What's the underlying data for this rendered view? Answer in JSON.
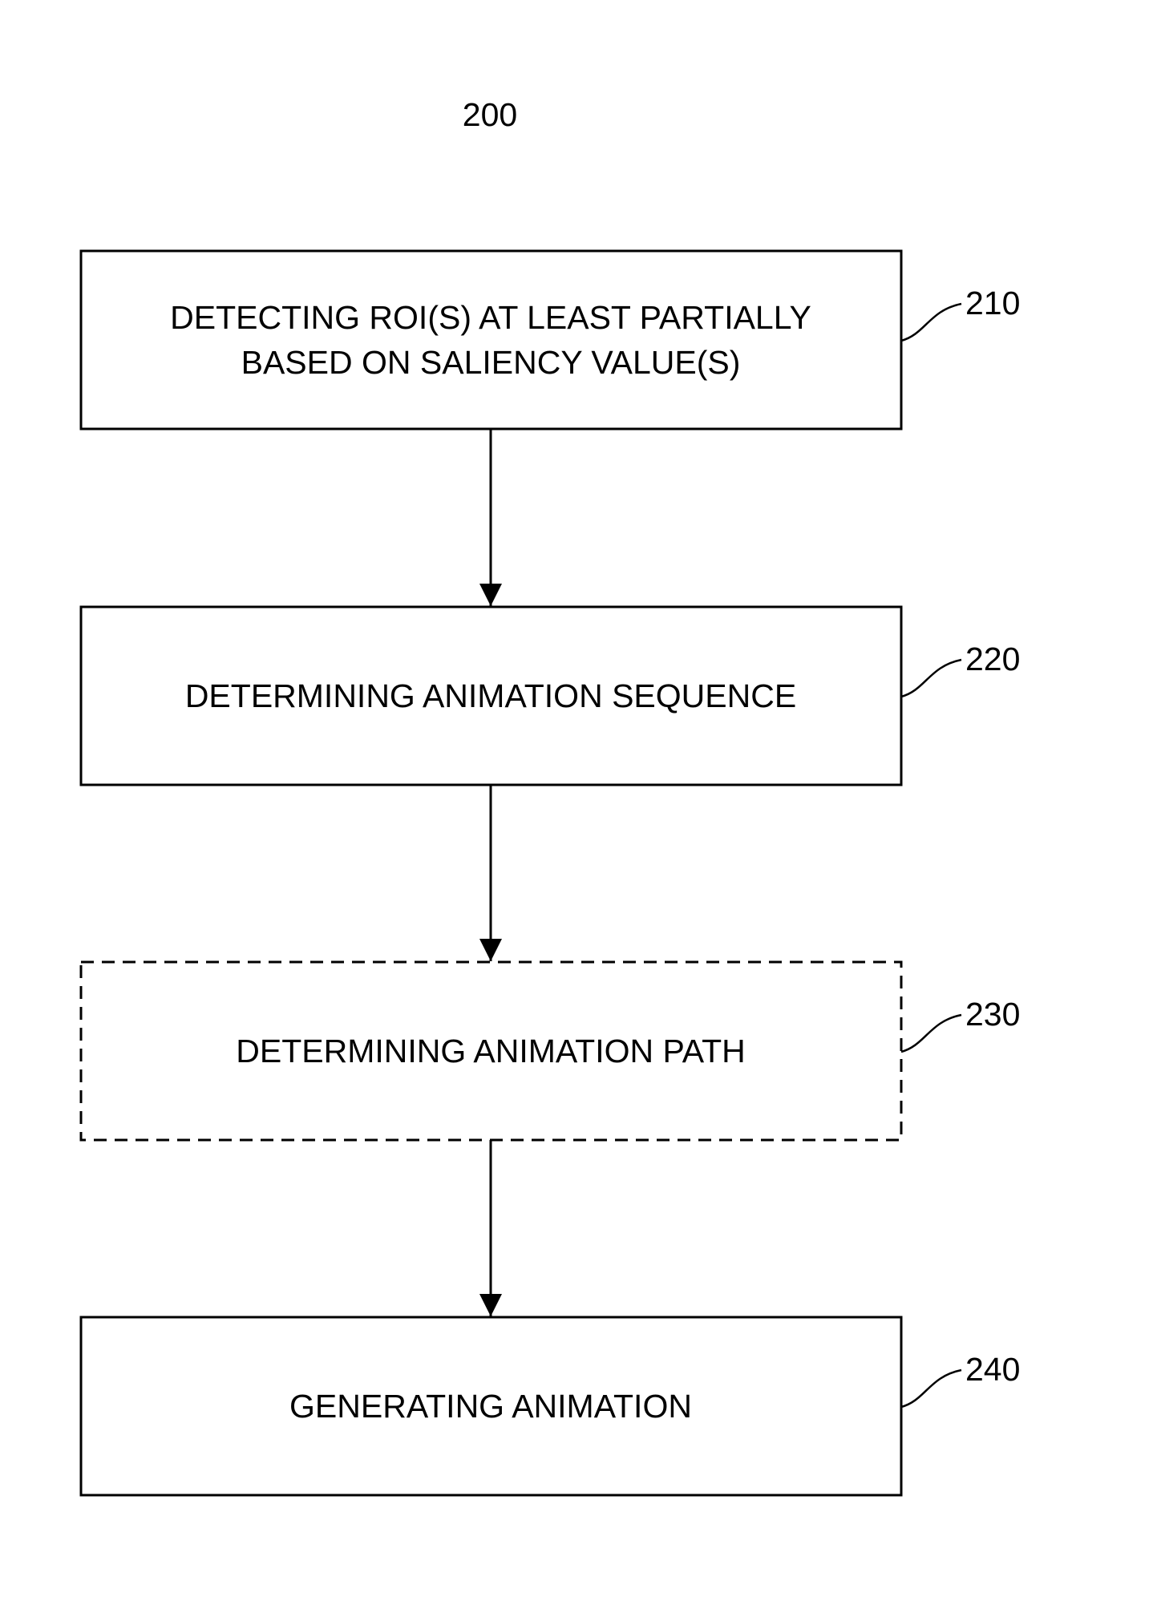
{
  "figure": {
    "number": "200"
  },
  "steps": [
    {
      "ref": "210",
      "lines": [
        "DETECTING ROI(S) AT LEAST PARTIALLY",
        "BASED ON SALIENCY VALUE(S)"
      ],
      "optional": false
    },
    {
      "ref": "220",
      "lines": [
        "DETERMINING ANIMATION SEQUENCE"
      ],
      "optional": false
    },
    {
      "ref": "230",
      "lines": [
        "DETERMINING ANIMATION PATH"
      ],
      "optional": true
    },
    {
      "ref": "240",
      "lines": [
        "GENERATING ANIMATION"
      ],
      "optional": false
    }
  ],
  "colors": {
    "stroke": "#000000",
    "background": "#ffffff"
  }
}
